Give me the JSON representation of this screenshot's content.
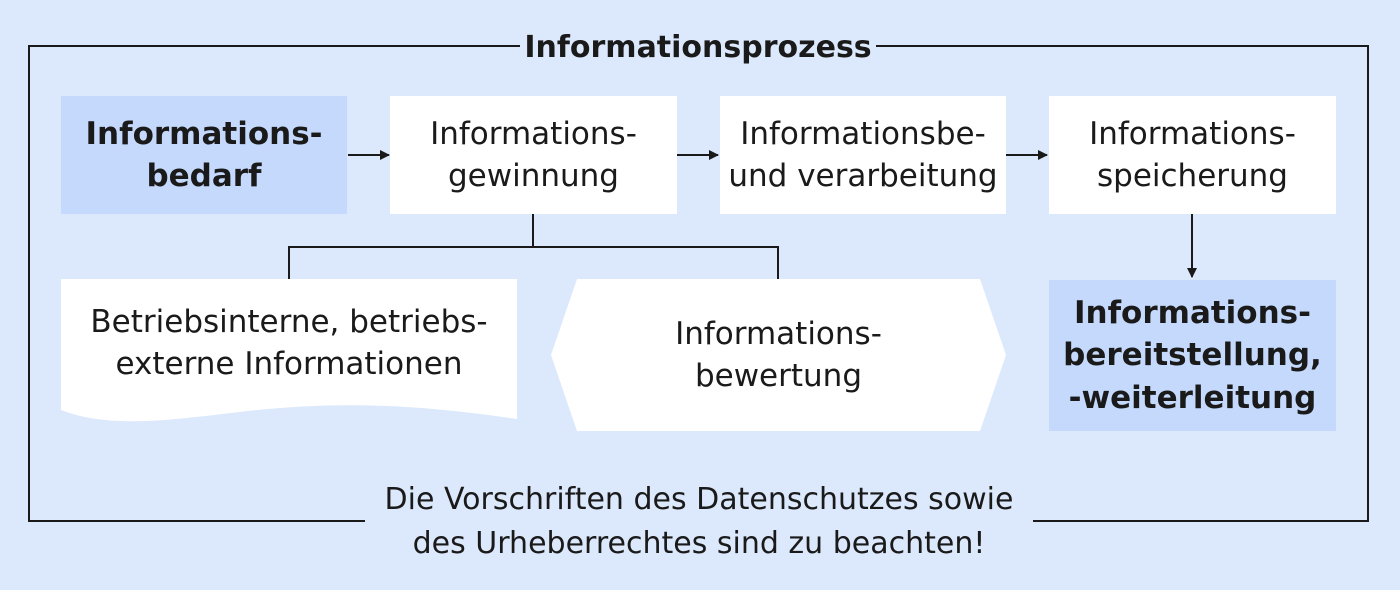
{
  "diagram": {
    "title": "Informationsprozess",
    "boxes": {
      "bedarf": "Informations-\nbedarf",
      "gewinnung": "Informations-\ngewinnung",
      "verarbeitung": "Informationsbe-\nund verarbeitung",
      "speicherung": "Informations-\nspeicherung",
      "quellen": "Betriebsinterne, betriebs-\nexterne Informationen",
      "bewertung": "Informations-\nbewertung",
      "bereitstellung": "Informations-\nbereitstellung,\n-weiterleitung"
    },
    "footer": "Die Vorschriften des Datenschutzes sowie\ndes Urheberrechtes sind zu beachten!",
    "colors": {
      "background": "#dce8fb",
      "highlight": "#c4d9fc",
      "box": "#ffffff",
      "line": "#1a1a1a"
    }
  }
}
